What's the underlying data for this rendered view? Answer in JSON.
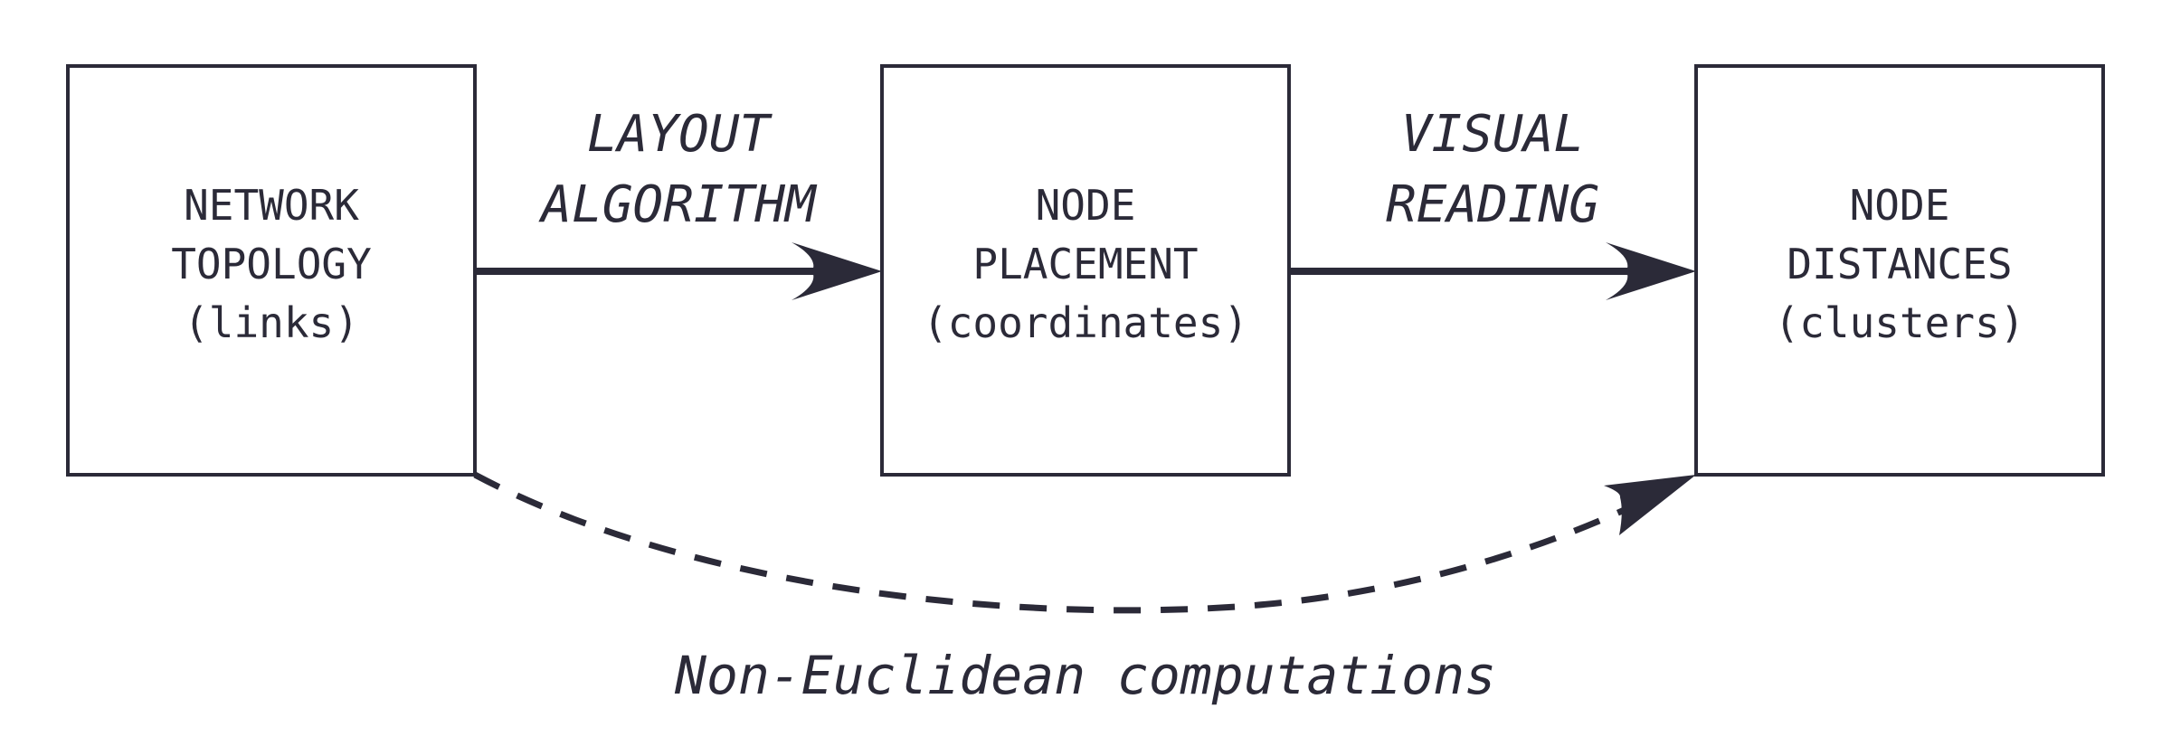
{
  "colors": {
    "ink": "#2b2a38",
    "background": "#ffffff"
  },
  "nodes": [
    {
      "line1": "NETWORK",
      "line2": "TOPOLOGY",
      "line3": "(links)"
    },
    {
      "line1": "NODE",
      "line2": "PLACEMENT",
      "line3": "(coordinates)"
    },
    {
      "line1": "NODE",
      "line2": "DISTANCES",
      "line3": "(clusters)"
    }
  ],
  "edges": [
    {
      "line1": "LAYOUT",
      "line2": "ALGORITHM",
      "style": "solid"
    },
    {
      "line1": "VISUAL",
      "line2": "READING",
      "style": "solid"
    },
    {
      "label": "Non-Euclidean computations",
      "style": "dashed"
    }
  ]
}
